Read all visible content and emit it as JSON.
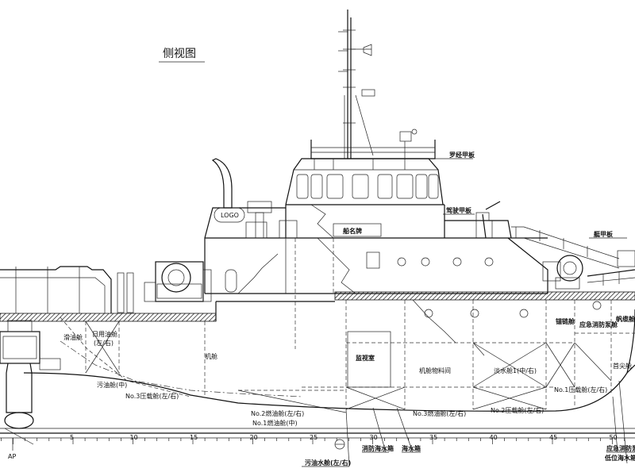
{
  "view_title": "侧视图",
  "logo_text": "LOGO",
  "deck_labels": {
    "compass_deck": "罗经甲板",
    "nav_deck": "驾驶甲板",
    "boat_deck": "艇甲板",
    "nameplate": "船名牌"
  },
  "compartments": {
    "engine_room": "机舱",
    "control_room": "监视室",
    "stores": "机舱物料间",
    "fw_tank_mid": "淡水舱1(中/右)",
    "emergency_fire_pump": "应急消防泵舱",
    "chain_locker": "锚链舱",
    "bosun_store": "帆缆舱",
    "fore_peak": "首尖舱",
    "daily_tank": "日用油舱",
    "daily_tank_side": "(左/右)",
    "sewage_room": "滑油舱",
    "dirty_oil_mid": "污油舱(中)",
    "ballast3": "No.3压载舱(左/右)",
    "fuel2": "No.2燃油舱(左/右)",
    "fuel1": "No.1燃油舱(中)",
    "fuel3": "No.3燃油舱(左/右)",
    "ballast2": "No.2压载舱(左/右)",
    "ballast1": "No.1压载舱(左/右)"
  },
  "bottom_labels": {
    "sewage_tank": "污油水舱(左/右)",
    "fire_seawater": "消防海水箱",
    "sea_chest": "海水箱",
    "emergency_pump_room": "应急消防泵舱",
    "misc": "低位海水箱"
  },
  "frame_ticks": [
    "5",
    "10",
    "15",
    "20",
    "25",
    "30",
    "35",
    "40",
    "45",
    "50"
  ],
  "ap_label": "AP"
}
